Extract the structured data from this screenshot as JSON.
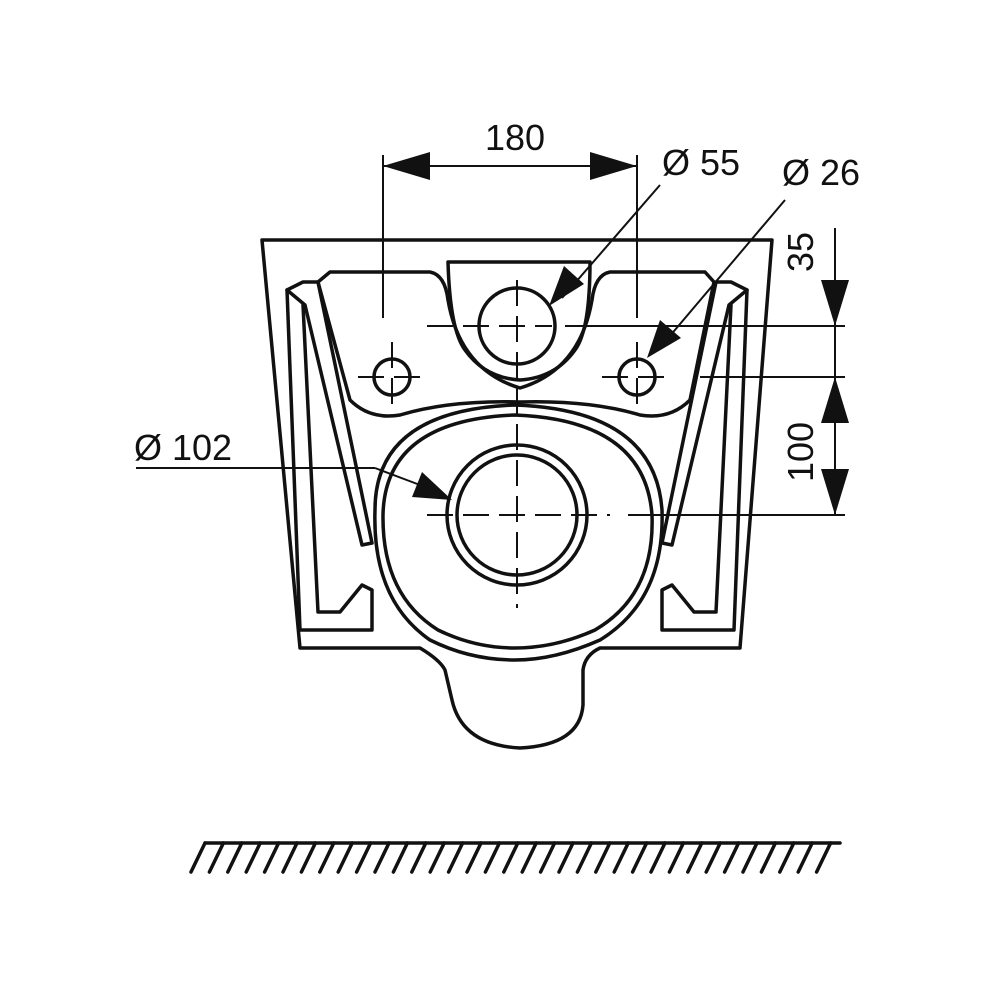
{
  "drawing": {
    "subject": "wall-hung toilet rear view",
    "dimensions": {
      "width_between_fixings": "180",
      "outlet_diameter": "Ø 55",
      "fixing_hole_diameter": "Ø 26",
      "vertical_offset_top": "35",
      "vertical_offset_main": "100",
      "waste_diameter": "Ø 102"
    },
    "colors": {
      "line": "#111111",
      "background": "#ffffff"
    }
  }
}
